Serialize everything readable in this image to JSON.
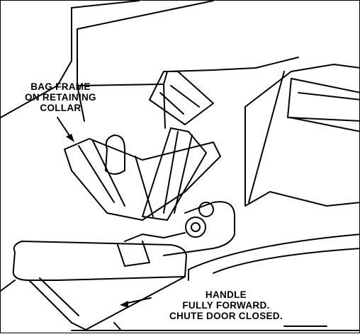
{
  "callouts": {
    "bag_frame": {
      "lines": [
        "BAG FRAME",
        "ON RETAINING",
        "COLLAR"
      ]
    },
    "handle": {
      "lines": [
        "HANDLE",
        "FULLY FORWARD.",
        "CHUTE DOOR CLOSED."
      ]
    }
  },
  "colors": {
    "ink": "#000000",
    "paper": "#ffffff",
    "shade": "#e8e8e8"
  }
}
